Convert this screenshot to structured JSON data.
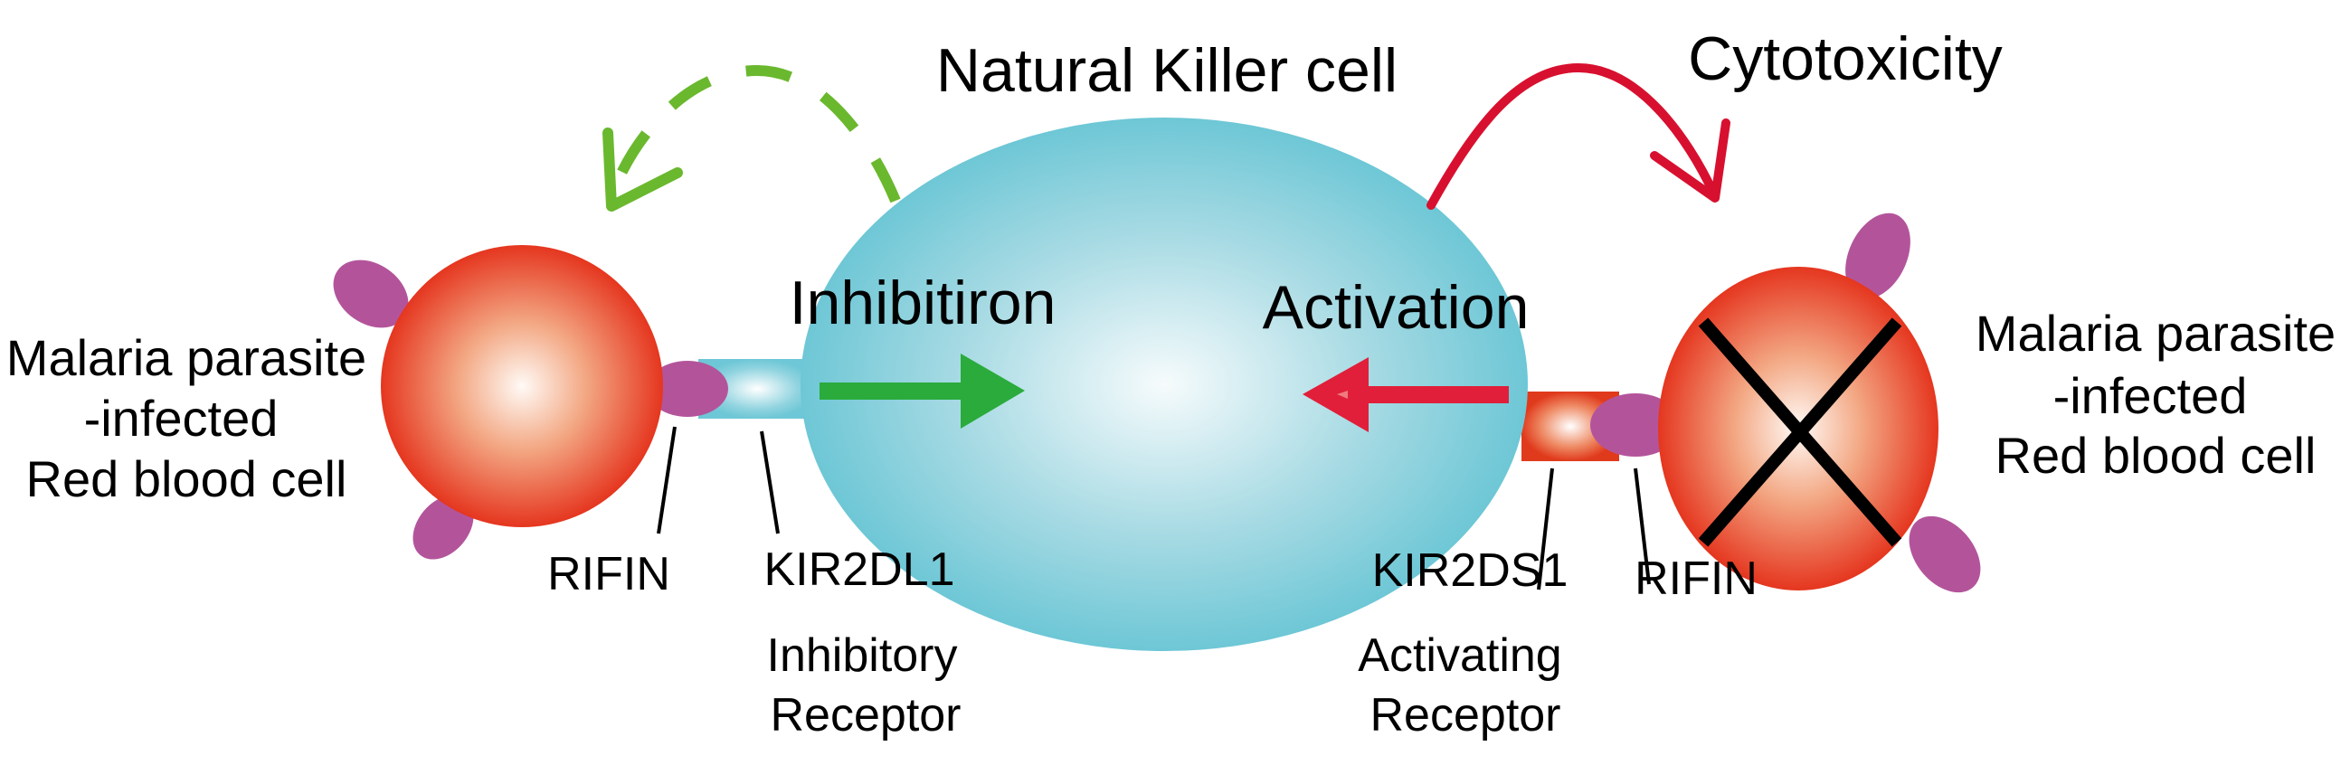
{
  "title": "Natural Killer cell",
  "cytotoxicity_label": "Cytotoxicity",
  "left_cell": {
    "label_lines": [
      "Malaria parasite",
      "-infected",
      "Red blood cell"
    ],
    "ligand_label": "RIFIN",
    "receptor_label": "KIR2DL1",
    "receptor_type_lines": [
      "Inhibitory",
      "Receptor"
    ],
    "signal_label": "Inhibitiron",
    "killed": false
  },
  "right_cell": {
    "label_lines": [
      "Malaria parasite",
      "-infected",
      "Red blood cell"
    ],
    "ligand_label": "RIFIN",
    "receptor_label": "KIR2DS1",
    "receptor_type_lines": [
      "Activating",
      "Receptor"
    ],
    "signal_label": "Activation",
    "killed": true
  },
  "colors": {
    "nk_cell": "#6ec7d6",
    "rbc": "#e5361f",
    "rifin": "#b3549b",
    "inhibition_arrow": "#2aab3c",
    "inhibition_feedback": "#6ab82e",
    "activation_arrow": "#e11f3a"
  }
}
